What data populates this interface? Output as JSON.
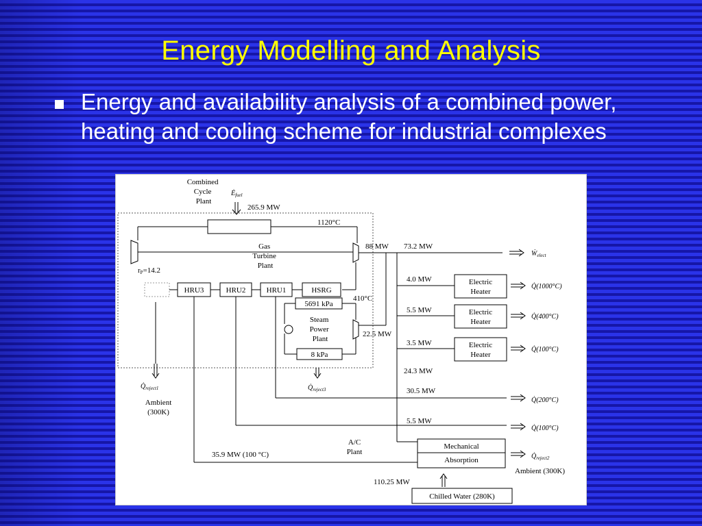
{
  "slide": {
    "title": "Energy Modelling and Analysis",
    "bullet": "Energy and availability analysis of a combined power, heating and cooling scheme for industrial complexes",
    "background_color": "#1f20c4",
    "title_color": "#ffff00"
  },
  "diagram": {
    "combined_cycle": [
      "Combined",
      "Cycle",
      "Plant"
    ],
    "e_fuel": "Ė",
    "e_fuel_sub": "fuel",
    "fuel_mw": "265.9 MW",
    "temp_1120": "1120°C",
    "gas_turbine": [
      "Gas",
      "Turbine",
      "Plant"
    ],
    "rp_label": "r",
    "rp_sub": "P",
    "rp_value": "=14.2",
    "hru3": "HRU3",
    "hru2": "HRU2",
    "hru1": "HRU1",
    "hsrg": "HSRG",
    "pressure_high": "5691 kPa",
    "pressure_low": "8 kPa",
    "temp_410": "410°C",
    "steam_plant": [
      "Steam",
      "Power",
      "Plant"
    ],
    "mw_88": "88 MW",
    "mw_73_2": "73.2 MW",
    "mw_22_5": "22.5 MW",
    "w_elect": "Ẇ",
    "w_elect_sub": "elect",
    "mw_4": "4.0 MW",
    "mw_5_5a": "5.5 MW",
    "mw_3_5": "3.5 MW",
    "mw_24_3": "24.3 MW",
    "mw_30_5": "30.5 MW",
    "mw_5_5b": "5.5 MW",
    "electric_heater": [
      "Electric",
      "Heater"
    ],
    "q_1000": "Q̇(1000°C)",
    "q_400": "Q̇(400°C)",
    "q_100a": "Q̇(100°C)",
    "q_200": "Q̇(200°C)",
    "q_100b": "Q̇(100°C)",
    "q_reject1": "Q̇",
    "q_reject1_sub": "reject1",
    "q_reject3": "Q̇",
    "q_reject3_sub": "reject3",
    "q_reject2": "Q̇",
    "q_reject2_sub": "reject2",
    "ambient1": [
      "Ambient",
      "(300K)"
    ],
    "ambient2": "Ambient (300K)",
    "ac_plant": [
      "A/C",
      "Plant"
    ],
    "mw_35_9": "35.9 MW (100 °C)",
    "mechanical": "Mechanical",
    "absorption": "Absorption",
    "mw_110_25": "110.25 MW",
    "chilled_water": "Chilled Water (280K)"
  }
}
